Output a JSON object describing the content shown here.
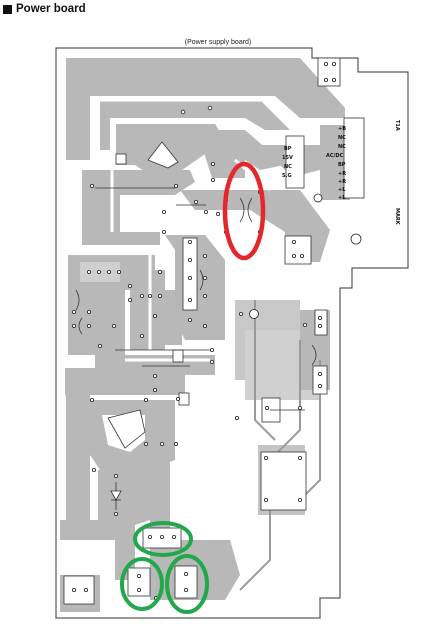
{
  "heading": {
    "marker": "■",
    "title": "Power board"
  },
  "board": {
    "subtitle": "(Power supply board)",
    "connector_pins": [
      "BP",
      "15V",
      "NC",
      "S.G"
    ],
    "right_connector_pins": [
      "+B",
      "NC",
      "AC/DC",
      "NC",
      "BP",
      "+R",
      "+R",
      "+L",
      "+L"
    ],
    "connector_name": "T1A",
    "mark_text": "MARK",
    "highlight_colors": {
      "red": "#e5262b",
      "green": "#22a84a"
    }
  }
}
